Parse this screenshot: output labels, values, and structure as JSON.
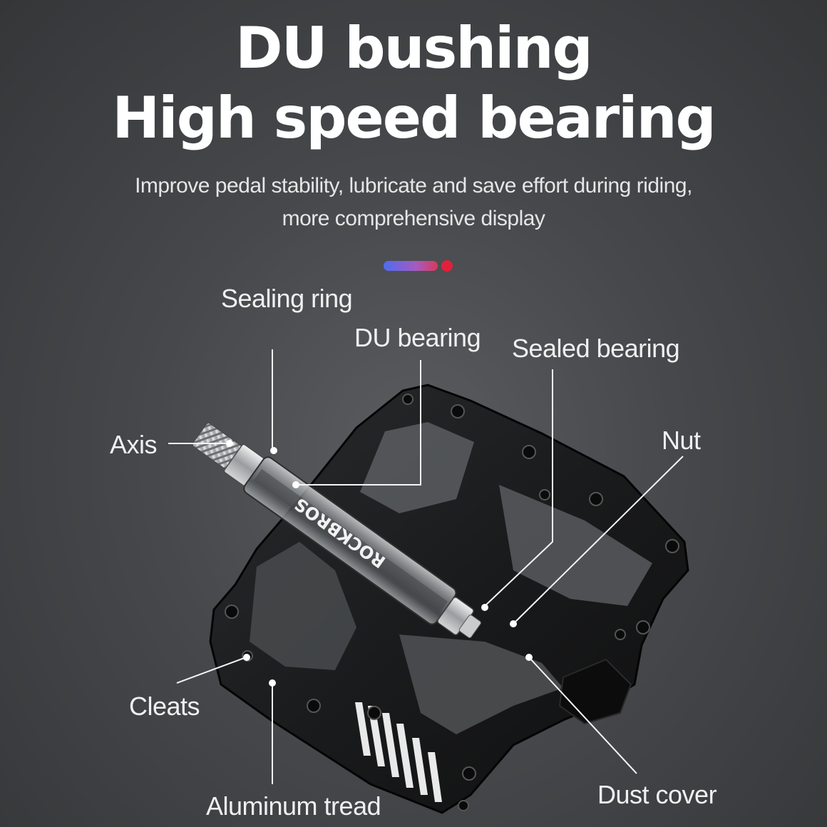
{
  "heading": {
    "line1": "DU bushing",
    "line2": "High speed bearing"
  },
  "subtitle": {
    "line1": "Improve pedal stability, lubricate and save effort during riding,",
    "line2": "more comprehensive display"
  },
  "labels": {
    "sealing_ring": "Sealing ring",
    "du_bearing": "DU bearing",
    "sealed_bearing": "Sealed bearing",
    "axis": "Axis",
    "nut": "Nut",
    "cleats": "Cleats",
    "aluminum_tread": "Aluminum tread",
    "dust_cover": "Dust cover"
  },
  "axle_brand": "ROCKBROS",
  "colors": {
    "accent_blue": "#4f6cf0",
    "accent_red": "#e2203c"
  }
}
